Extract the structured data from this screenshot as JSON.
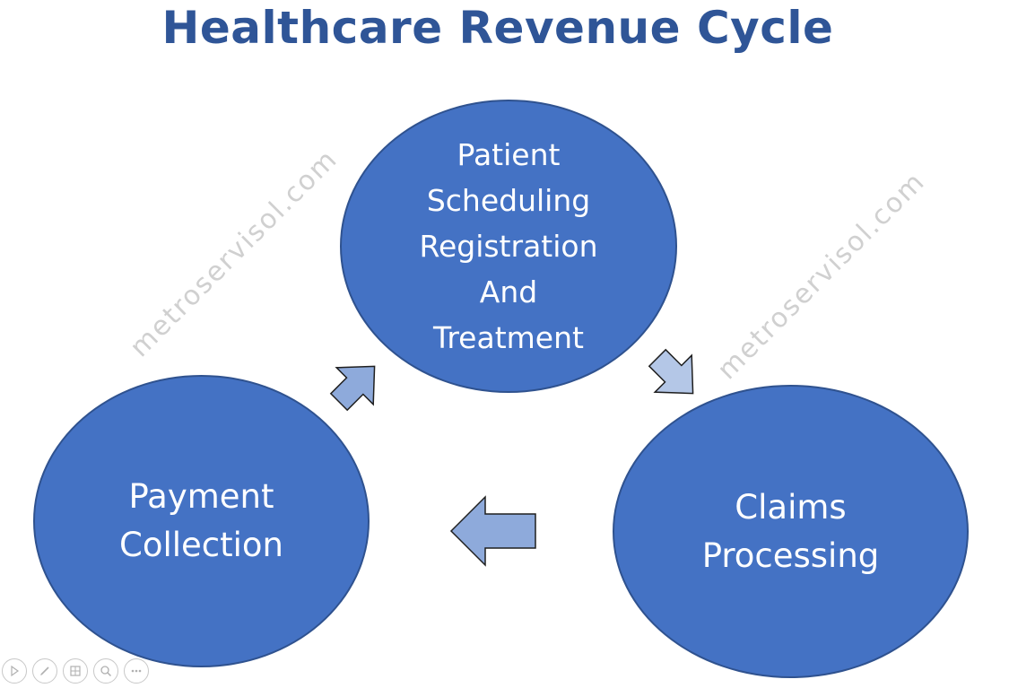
{
  "title": "Healthcare Revenue Cycle",
  "nodes": {
    "top": {
      "lines": [
        "Patient",
        "Scheduling",
        "Registration",
        "And",
        "Treatment"
      ]
    },
    "right": {
      "lines": [
        "Claims",
        "Processing"
      ]
    },
    "left": {
      "lines": [
        "Payment",
        "Collection"
      ]
    }
  },
  "watermark": "metroservisol.com",
  "colors": {
    "title": "#2f5597",
    "node_fill": "#4472c4",
    "arrow_fill": "#8eaadb",
    "arrow_fill_light": "#b4c7e7"
  },
  "toolbar": {
    "icons": [
      "play-icon",
      "pen-icon",
      "slides-icon",
      "zoom-icon",
      "more-icon"
    ]
  }
}
